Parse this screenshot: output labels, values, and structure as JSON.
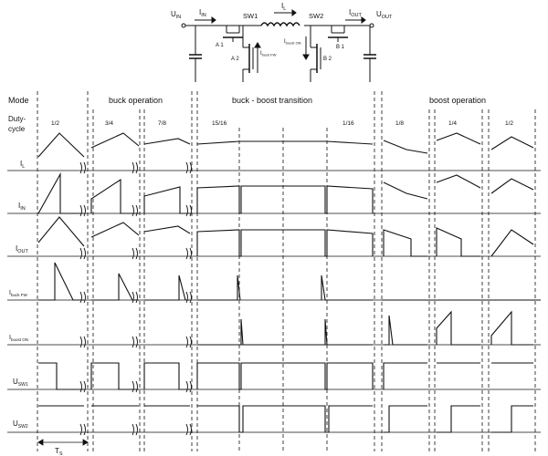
{
  "schematic": {
    "u_in": "U",
    "u_in_sub": "IN",
    "i_in": "I",
    "i_in_sub": "IN",
    "sw1": "SW1",
    "sw2": "SW2",
    "i_l": "I",
    "i_l_sub": "L",
    "u_out": "U",
    "u_out_sub": "OUT",
    "i_out": "I",
    "i_out_sub": "OUT",
    "a1": "A 1",
    "a2": "A 2",
    "b1": "B 1",
    "b2": "B 2",
    "i_buck": "I",
    "i_buck_sub": "buck FW",
    "i_boost": "I",
    "i_boost_sub": "boost ON"
  },
  "modes": {
    "row_label": "Mode",
    "buck": "buck operation",
    "transition": "buck - boost transition",
    "boost": "boost operation"
  },
  "duty": {
    "row_label_1": "Duty-",
    "row_label_2": "cycle",
    "d1": "1/2",
    "d2": "3/4",
    "d3": "7/8",
    "d4": "15/16",
    "d5": "1/16",
    "d6": "1/8",
    "d7": "1/4",
    "d8": "1/2"
  },
  "rows": {
    "il": "I",
    "il_sub": "L",
    "iin": "I",
    "iin_sub": "IN",
    "iout": "I",
    "iout_sub": "OUT",
    "ibuck": "I",
    "ibuck_sub": "buck FW",
    "iboost": "I",
    "iboost_sub": "boost ON",
    "usw1": "U",
    "usw1_sub": "SW1",
    "usw2": "U",
    "usw2_sub": "SW2"
  },
  "period": {
    "label": "T",
    "label_sub": "S"
  }
}
